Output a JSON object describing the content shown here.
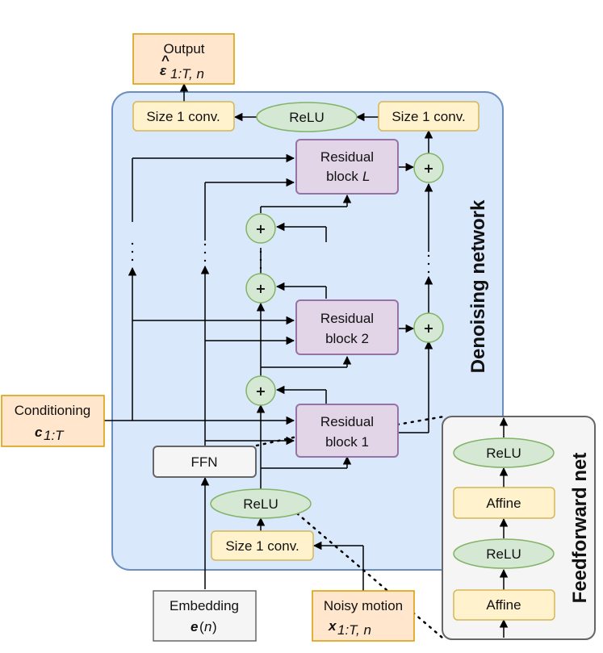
{
  "output": {
    "label": "Output",
    "symbol": "ε",
    "hat": "^",
    "subscript": "1:T, n"
  },
  "denoising_network": {
    "title": "Denoising network"
  },
  "conv_top_left": "Size 1 conv.",
  "conv_top_right": "Size 1 conv.",
  "conv_bottom": "Size 1 conv.",
  "relu_top": "ReLU",
  "relu_bottom": "ReLU",
  "residual_blocks": [
    {
      "line1": "Residual",
      "line2_text": "block ",
      "line2_var": "L"
    },
    {
      "line1": "Residual",
      "line2_text": "block 2",
      "line2_var": ""
    },
    {
      "line1": "Residual",
      "line2_text": "block 1",
      "line2_var": ""
    }
  ],
  "sum_symbol": "+",
  "ellipsis": "·",
  "conditioning": {
    "label": "Conditioning",
    "symbol": "c",
    "subscript": "1:T"
  },
  "ffn": "FFN",
  "embedding": {
    "label": "Embedding",
    "symbol": "e",
    "arg_open": "(",
    "arg": "n",
    "arg_close": ")"
  },
  "noisy_motion": {
    "label": "Noisy motion",
    "symbol": "x",
    "subscript": "1:T, n"
  },
  "feedforward_net": {
    "title": "Feedforward net",
    "layers": [
      "ReLU",
      "Affine",
      "ReLU",
      "Affine"
    ]
  },
  "colors": {
    "orange_fill": "#ffe6cc",
    "orange_stroke": "#d79b00",
    "blue_fill": "#dae8fc",
    "blue_stroke": "#6c8ebf",
    "yellow_fill": "#fff2cc",
    "yellow_stroke": "#d6b656",
    "green_fill": "#d5e8d4",
    "green_stroke": "#82b366",
    "purple_fill": "#e1d5e7",
    "purple_stroke": "#9673a6",
    "gray_fill": "#f5f5f5",
    "gray_stroke": "#666666"
  }
}
